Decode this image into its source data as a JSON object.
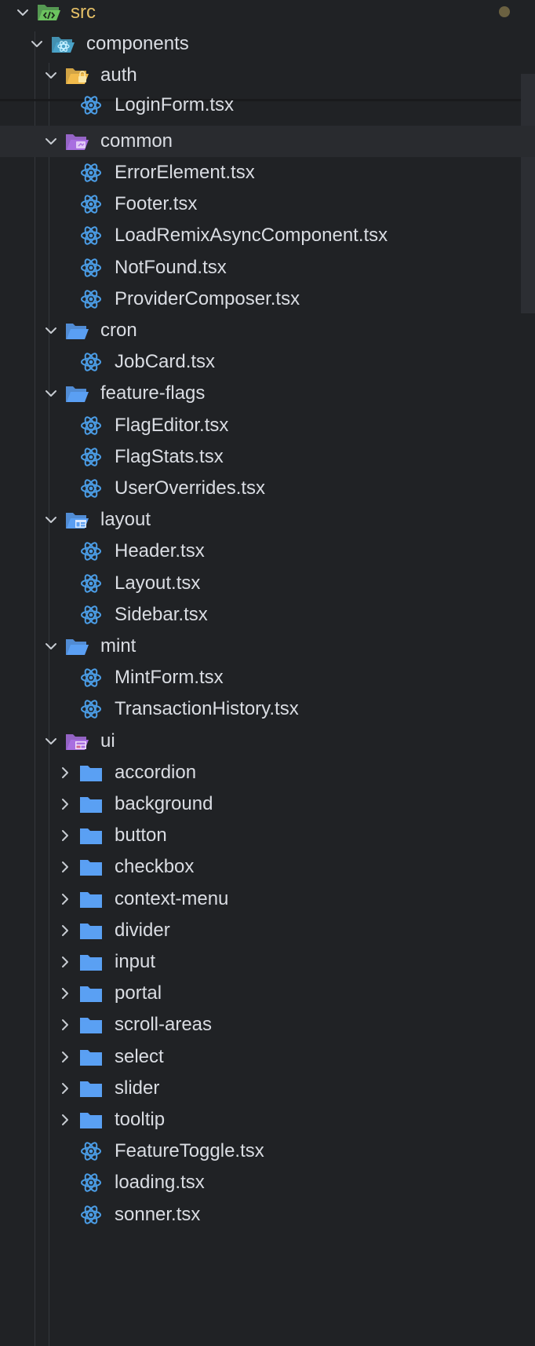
{
  "explorer": {
    "root": {
      "label": "src",
      "icon": "src-folder-icon"
    },
    "colors": {
      "background": "#202225",
      "hover_row": "#292b2f",
      "root_label": "#e4bf66",
      "react_icon": "#4b9de6",
      "folder_blue": "#5a9ff3",
      "folder_purple": "#a86ee0",
      "folder_yellow": "#f2bb4b"
    },
    "rows": [
      {
        "label": "src",
        "depth": 0,
        "kind": "folder-open",
        "icon": "src",
        "name": "src"
      },
      {
        "label": "components",
        "depth": 1,
        "kind": "folder-open",
        "icon": "components",
        "name": "components"
      },
      {
        "label": "auth",
        "depth": 2,
        "kind": "folder-open",
        "icon": "auth",
        "name": "auth"
      },
      {
        "label": "LoginForm.tsx",
        "depth": 3,
        "kind": "file",
        "icon": "react",
        "name": "loginform"
      },
      {
        "label": "common",
        "depth": 2,
        "kind": "folder-open",
        "icon": "common",
        "name": "common",
        "hover": true
      },
      {
        "label": "ErrorElement.tsx",
        "depth": 3,
        "kind": "file",
        "icon": "react",
        "name": "errorelement"
      },
      {
        "label": "Footer.tsx",
        "depth": 3,
        "kind": "file",
        "icon": "react",
        "name": "footer"
      },
      {
        "label": "LoadRemixAsyncComponent.tsx",
        "depth": 3,
        "kind": "file",
        "icon": "react",
        "name": "loadremixasynccomponent"
      },
      {
        "label": "NotFound.tsx",
        "depth": 3,
        "kind": "file",
        "icon": "react",
        "name": "notfound"
      },
      {
        "label": "ProviderComposer.tsx",
        "depth": 3,
        "kind": "file",
        "icon": "react",
        "name": "providercomposer"
      },
      {
        "label": "cron",
        "depth": 2,
        "kind": "folder-open",
        "icon": "blue-open",
        "name": "cron"
      },
      {
        "label": "JobCard.tsx",
        "depth": 3,
        "kind": "file",
        "icon": "react",
        "name": "jobcard"
      },
      {
        "label": "feature-flags",
        "depth": 2,
        "kind": "folder-open",
        "icon": "blue-open",
        "name": "feature-flags"
      },
      {
        "label": "FlagEditor.tsx",
        "depth": 3,
        "kind": "file",
        "icon": "react",
        "name": "flageditor"
      },
      {
        "label": "FlagStats.tsx",
        "depth": 3,
        "kind": "file",
        "icon": "react",
        "name": "flagstats"
      },
      {
        "label": "UserOverrides.tsx",
        "depth": 3,
        "kind": "file",
        "icon": "react",
        "name": "useroverrides"
      },
      {
        "label": "layout",
        "depth": 2,
        "kind": "folder-open",
        "icon": "layout",
        "name": "layout"
      },
      {
        "label": "Header.tsx",
        "depth": 3,
        "kind": "file",
        "icon": "react",
        "name": "header"
      },
      {
        "label": "Layout.tsx",
        "depth": 3,
        "kind": "file",
        "icon": "react",
        "name": "layout-file"
      },
      {
        "label": "Sidebar.tsx",
        "depth": 3,
        "kind": "file",
        "icon": "react",
        "name": "sidebar"
      },
      {
        "label": "mint",
        "depth": 2,
        "kind": "folder-open",
        "icon": "blue-open",
        "name": "mint"
      },
      {
        "label": "MintForm.tsx",
        "depth": 3,
        "kind": "file",
        "icon": "react",
        "name": "mintform"
      },
      {
        "label": "TransactionHistory.tsx",
        "depth": 3,
        "kind": "file",
        "icon": "react",
        "name": "transactionhistory"
      },
      {
        "label": "ui",
        "depth": 2,
        "kind": "folder-open",
        "icon": "ui",
        "name": "ui"
      },
      {
        "label": "accordion",
        "depth": 3,
        "kind": "folder-closed",
        "icon": "blue-closed",
        "name": "accordion"
      },
      {
        "label": "background",
        "depth": 3,
        "kind": "folder-closed",
        "icon": "blue-closed",
        "name": "background"
      },
      {
        "label": "button",
        "depth": 3,
        "kind": "folder-closed",
        "icon": "blue-closed",
        "name": "button"
      },
      {
        "label": "checkbox",
        "depth": 3,
        "kind": "folder-closed",
        "icon": "blue-closed",
        "name": "checkbox"
      },
      {
        "label": "context-menu",
        "depth": 3,
        "kind": "folder-closed",
        "icon": "blue-closed",
        "name": "context-menu"
      },
      {
        "label": "divider",
        "depth": 3,
        "kind": "folder-closed",
        "icon": "blue-closed",
        "name": "divider"
      },
      {
        "label": "input",
        "depth": 3,
        "kind": "folder-closed",
        "icon": "blue-closed",
        "name": "input"
      },
      {
        "label": "portal",
        "depth": 3,
        "kind": "folder-closed",
        "icon": "blue-closed",
        "name": "portal"
      },
      {
        "label": "scroll-areas",
        "depth": 3,
        "kind": "folder-closed",
        "icon": "blue-closed",
        "name": "scroll-areas"
      },
      {
        "label": "select",
        "depth": 3,
        "kind": "folder-closed",
        "icon": "blue-closed",
        "name": "select"
      },
      {
        "label": "slider",
        "depth": 3,
        "kind": "folder-closed",
        "icon": "blue-closed",
        "name": "slider"
      },
      {
        "label": "tooltip",
        "depth": 3,
        "kind": "folder-closed",
        "icon": "blue-closed",
        "name": "tooltip"
      },
      {
        "label": "FeatureToggle.tsx",
        "depth": 4,
        "kind": "file",
        "icon": "react",
        "name": "featuretoggle"
      },
      {
        "label": "loading.tsx",
        "depth": 4,
        "kind": "file",
        "icon": "react",
        "name": "loading"
      },
      {
        "label": "sonner.tsx",
        "depth": 4,
        "kind": "file",
        "icon": "react",
        "name": "sonner"
      }
    ]
  }
}
